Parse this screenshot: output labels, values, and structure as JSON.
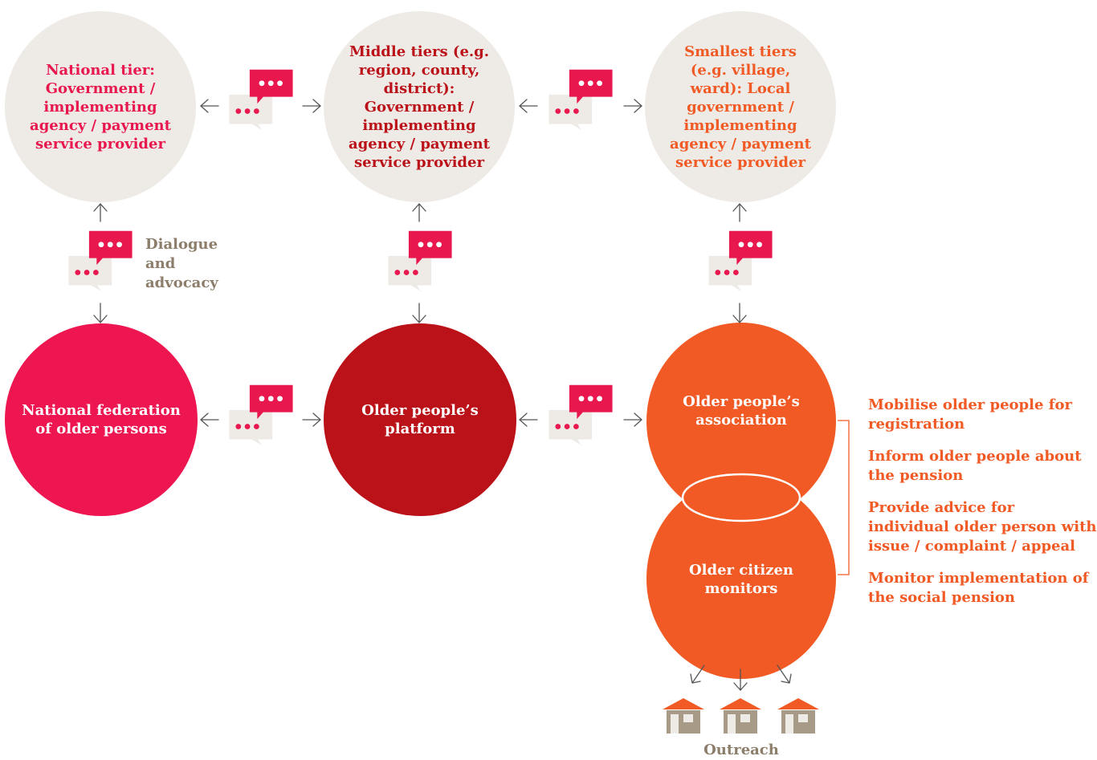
{
  "tiers": {
    "national": "National tier: Government / implementing agency / payment service provider",
    "middle": "Middle tiers (e.g. region, county, district): Government / implementing agency / payment service provider",
    "smallest": "Smallest tiers (e.g. village, ward): Local government / implementing agency / payment service provider"
  },
  "actors": {
    "federation": "National federation of older persons",
    "platform": "Older people’s platform",
    "association": "Older people’s association",
    "monitors": "Older citizen monitors"
  },
  "dialogue_label": "Dialogue and advocacy",
  "activities": [
    "Mobilise older people for registration",
    "Inform older people about the pension",
    "Provide advice for individual older person with issue / complaint / appeal",
    "Monitor implementation of the social pension"
  ],
  "outreach_label": "Outreach",
  "icons": {
    "dialogue": "speech-bubbles-icon",
    "arrow": "arrow-icon",
    "house": "house-icon"
  },
  "colors": {
    "tier_fill": "#eeebe6",
    "national_pink": "#ee1651",
    "platform_red": "#bb1219",
    "local_orange": "#f15a24",
    "label_grey": "#8c7e6a"
  }
}
